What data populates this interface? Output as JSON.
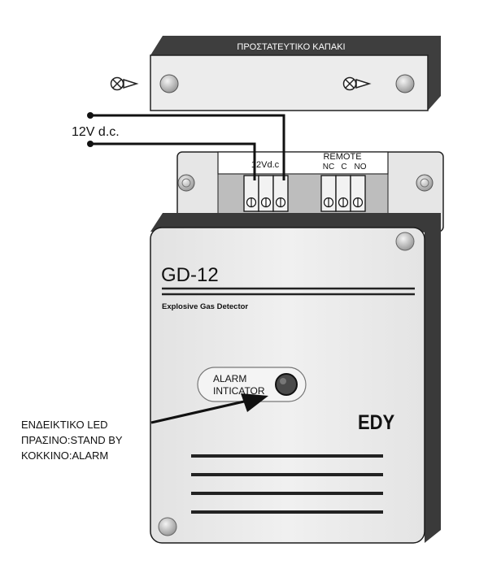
{
  "cover": {
    "label": "ΠΡΟΣΤΑΤΕΥΤΙΚΟ ΚΑΠΑΚΙ"
  },
  "supply": {
    "label": "12V d.c."
  },
  "terminal_block": {
    "power_label": "12Vd.c",
    "remote_label": "REMOTE",
    "remote_contacts": [
      "NC",
      "C",
      "NO"
    ]
  },
  "device": {
    "model": "GD-12",
    "subtitle": "Explosive Gas Detector",
    "alarm_label_line1": "ALARM",
    "alarm_label_line2": "INTICATOR",
    "brand": "EDY"
  },
  "led_note": {
    "line1": "ΕΝΔΕΙΚΤΙΚΟ LED",
    "line2": "ΠΡΑΣΙΝΟ:STAND BY",
    "line3": "ΚΟΚΚΙΝΟ:ALARM"
  },
  "colors": {
    "panel": "#ececec",
    "shadow": "#3a3a3a",
    "outline": "#1a1a1a"
  }
}
